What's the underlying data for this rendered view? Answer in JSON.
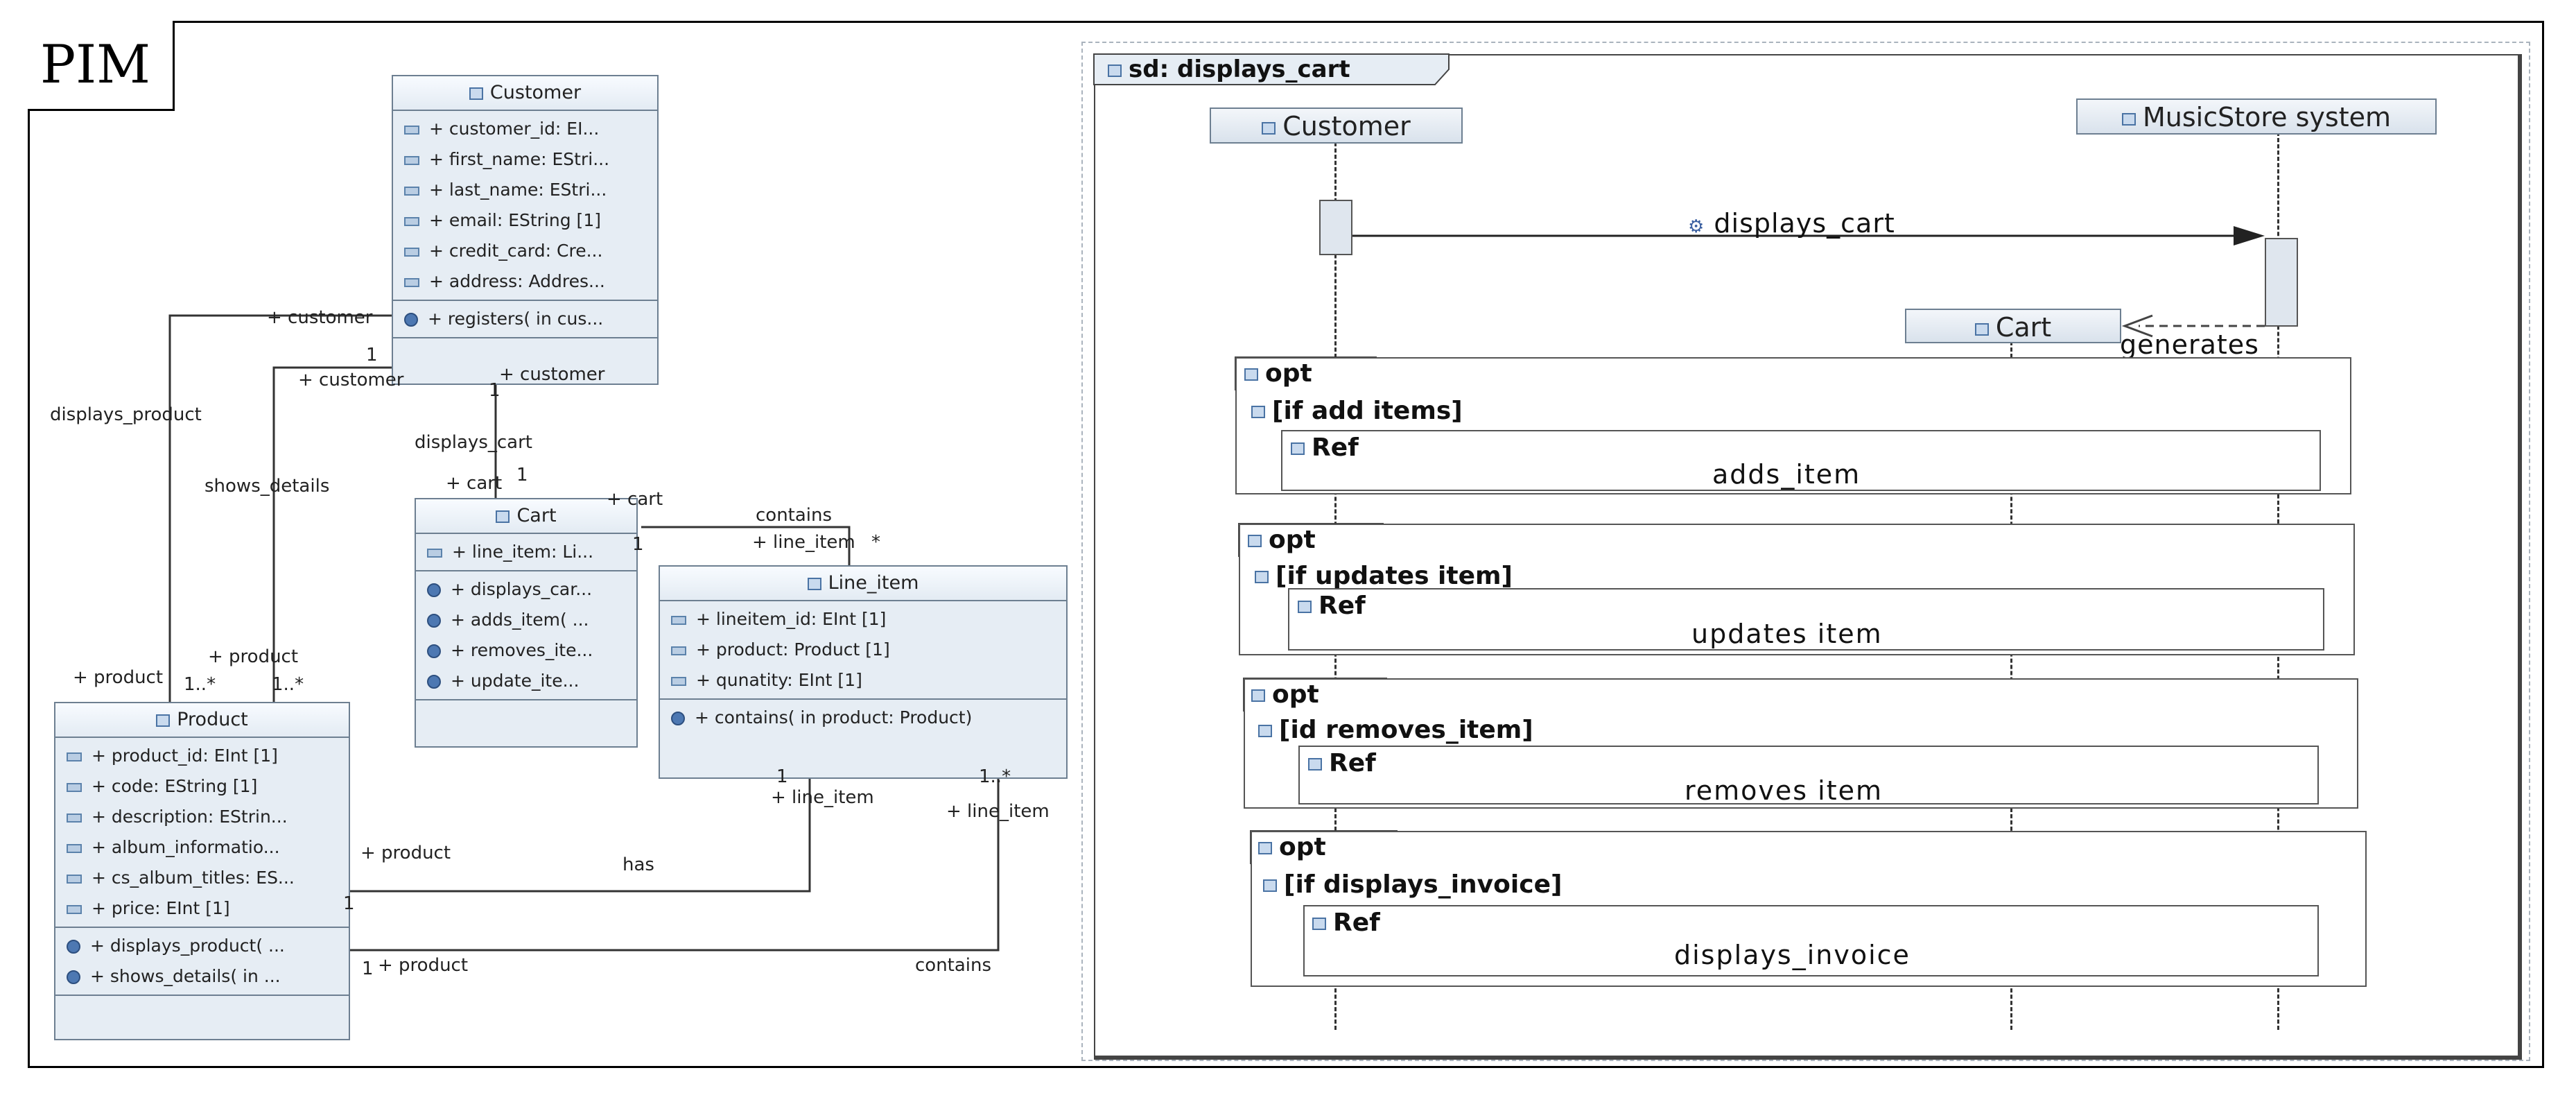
{
  "pim_label": "PIM",
  "classes": {
    "customer": {
      "name": "Customer",
      "attributes": [
        "+ customer_id: EI...",
        "+ first_name: EStri...",
        "+ last_name: EStri...",
        "+ email: EString [1]",
        "+ credit_card: Cre...",
        "+ address: Addres..."
      ],
      "operations": [
        "+ registers(  in cus..."
      ]
    },
    "cart": {
      "name": "Cart",
      "attributes": [
        "+ line_item: Li..."
      ],
      "operations": [
        "+ displays_car...",
        "+ adds_item(  ...",
        "+ removes_ite...",
        "+ update_ite..."
      ]
    },
    "line_item": {
      "name": "Line_item",
      "attributes": [
        "+ lineitem_id: EInt [1]",
        "+ product: Product [1]",
        "+ qunatity: EInt [1]"
      ],
      "operations": [
        "+ contains(  in product: Product)"
      ]
    },
    "product": {
      "name": "Product",
      "attributes": [
        "+ product_id: EInt [1]",
        "+ code: EString [1]",
        "+ description: EStrin...",
        "+ album_informatio...",
        "+ cs_album_titles: ES...",
        "+ price: EInt [1]"
      ],
      "operations": [
        "+ displays_product( ...",
        "+ shows_details(  in ..."
      ]
    }
  },
  "associations": {
    "customer_role_1": "+ customer",
    "customer_mult_1": "1",
    "customer_role_2": "+ customer",
    "customer_role_3": "+ customer",
    "customer_mult_3": "1",
    "displays_product": "displays_product",
    "shows_details": "shows_details",
    "displays_cart": "displays_cart",
    "cart_role_1": "+ cart",
    "cart_mult_1": "1",
    "cart_role_2": "+ cart",
    "contains_top": "contains",
    "line_item_role_top": "+ line_item",
    "line_item_mult_top": "*",
    "cart_mult_2": "1",
    "product_role_1": "+ product",
    "product_mult_1": "1..*",
    "product_role_2": "+ product",
    "product_mult_2": "1..*",
    "li_mult_bottom_1": "1",
    "li_role_bottom_1": "+ line_item",
    "li_mult_bottom_2": "1..*",
    "li_role_bottom_2": "+ line_item",
    "product_role_3": "+ product",
    "has": "has",
    "product_mult_3": "1",
    "product_mult_4": "1",
    "product_role_4": "+ product",
    "contains_bottom": "contains"
  },
  "sequence": {
    "frame_title": "sd: displays_cart",
    "lifelines": {
      "customer": "Customer",
      "system": "MusicStore system",
      "cart": "Cart"
    },
    "messages": {
      "displays_cart": "displays_cart",
      "generates": "generates"
    },
    "fragments": [
      {
        "operator": "opt",
        "guard": "[if add items]",
        "ref_label": "Ref",
        "ref_name": "adds_item"
      },
      {
        "operator": "opt",
        "guard": "[if updates item]",
        "ref_label": "Ref",
        "ref_name": "updates item"
      },
      {
        "operator": "opt",
        "guard": "[id removes_item]",
        "ref_label": "Ref",
        "ref_name": "removes item"
      },
      {
        "operator": "opt",
        "guard": "[if displays_invoice]",
        "ref_label": "Ref",
        "ref_name": "displays_invoice"
      }
    ]
  },
  "colors": {
    "class_fill": "#e6edf4",
    "class_border": "#6d7f91",
    "line": "#333333"
  }
}
